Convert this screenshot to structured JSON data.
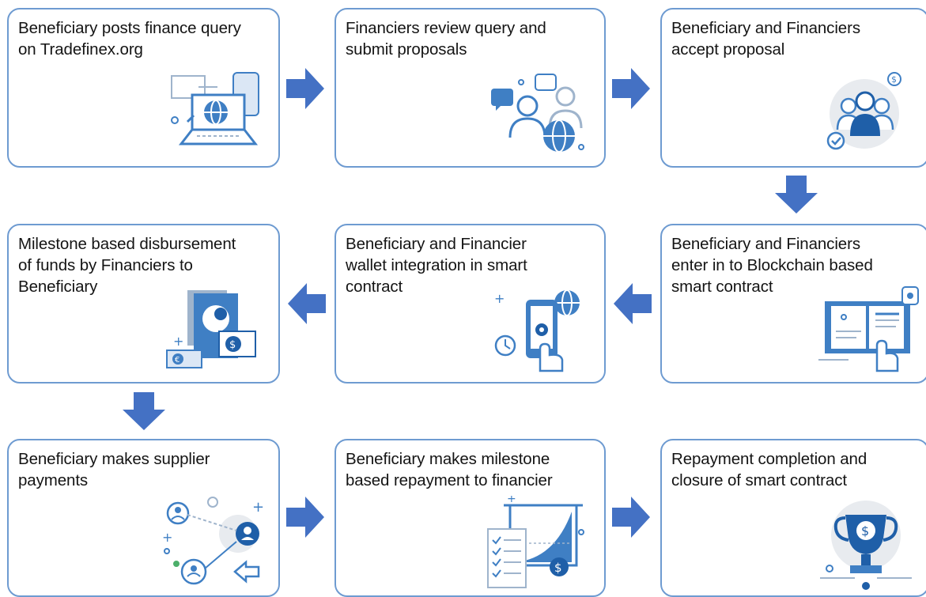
{
  "colors": {
    "border": "#6e9bd1",
    "arrow": "#4471c4",
    "icon_dark": "#1f5fa8",
    "icon_mid": "#3f7fc4",
    "icon_light": "#dbe7f5",
    "icon_grey": "#e8ebef"
  },
  "steps": [
    {
      "text": "Beneficiary posts finance query\non Tradefinex.org",
      "icon": "laptop-globe-icon"
    },
    {
      "text": "Financiers review query and\nsubmit proposals",
      "icon": "people-chat-globe-icon"
    },
    {
      "text": "Beneficiary and Financiers\naccept proposal",
      "icon": "group-accept-icon"
    },
    {
      "text": "Beneficiary and Financiers\nenter in to Blockchain based\nsmart contract",
      "icon": "book-contract-lock-icon"
    },
    {
      "text": "Beneficiary and Financier\nwallet integration in smart\ncontract",
      "icon": "phone-wallet-icon"
    },
    {
      "text": "Milestone based disbursement\nof funds by Financiers to\nBeneficiary",
      "icon": "passport-funds-icon"
    },
    {
      "text": "Beneficiary makes supplier\npayments",
      "icon": "network-payments-icon"
    },
    {
      "text": "Beneficiary makes milestone\nbased repayment to financier",
      "icon": "chart-repayment-icon"
    },
    {
      "text": "Repayment completion and\nclosure of smart contract",
      "icon": "trophy-dollar-icon"
    }
  ]
}
